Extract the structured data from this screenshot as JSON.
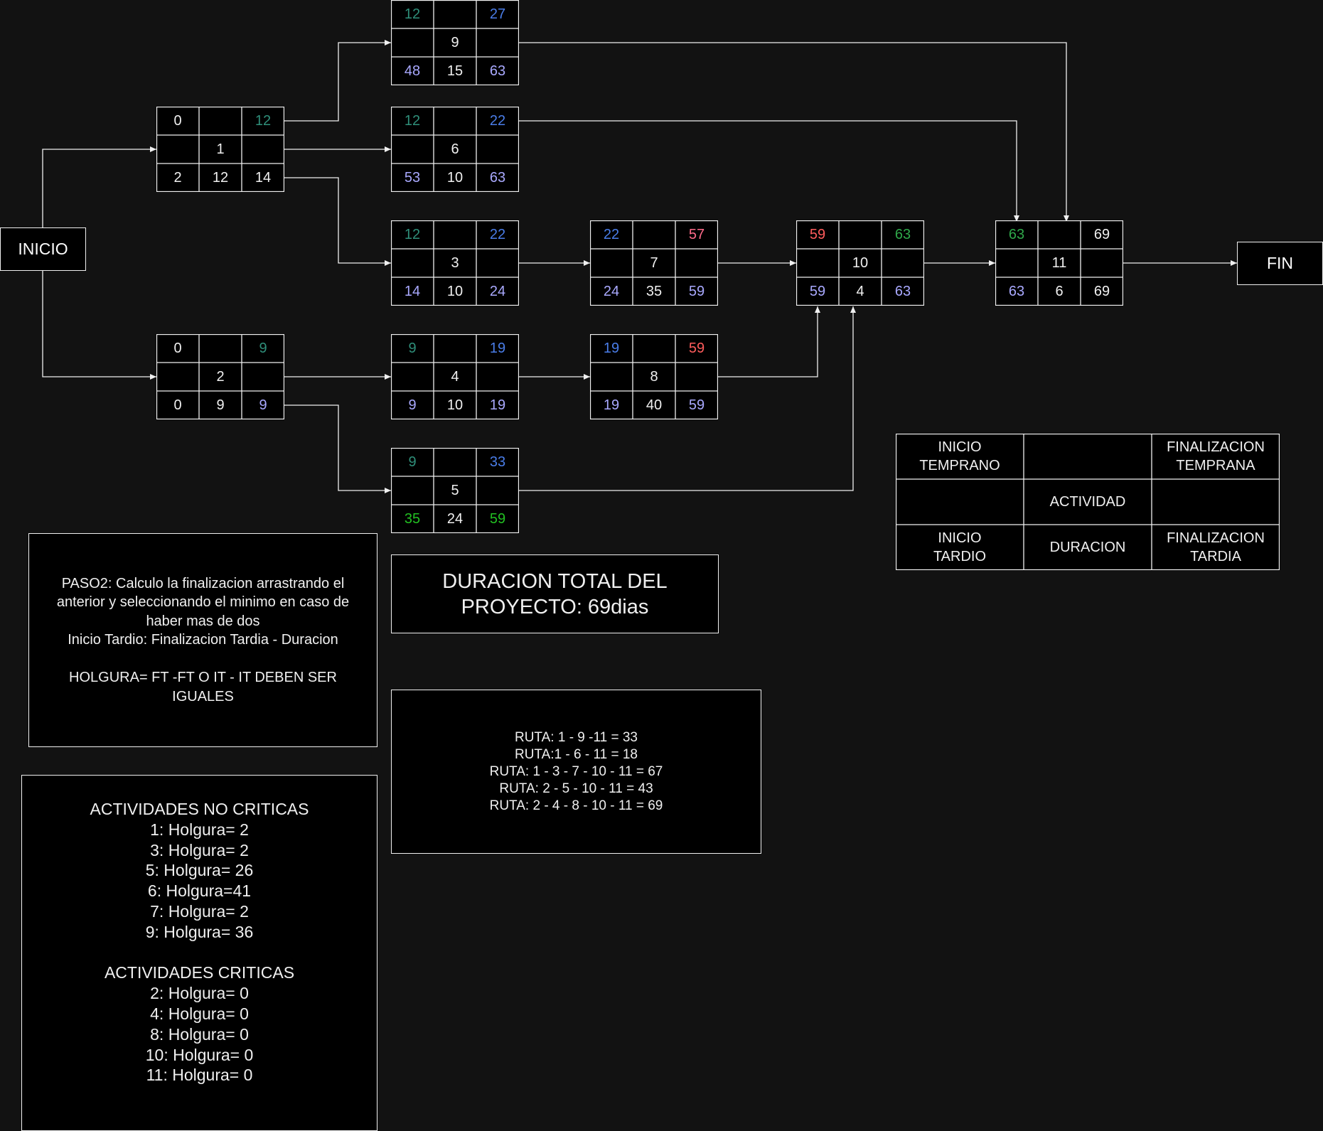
{
  "start_label": "INICIO",
  "end_label": "FIN",
  "colors": {
    "teal": "#2f8f7a",
    "blue": "#4a7de8",
    "lavender": "#a9a9ff",
    "red": "#ff5c5c",
    "pink": "#ff6b8a",
    "green": "#2fa84a",
    "bright_green": "#22c022",
    "white": "#f0f0f0"
  },
  "nodes": [
    {
      "id": "n1",
      "tl": "0",
      "tr": "12",
      "mid": "1",
      "bl": "2",
      "bm": "12",
      "br": "14",
      "c_tl": "white",
      "c_tr": "teal",
      "c_bl": "white",
      "c_br": "white"
    },
    {
      "id": "n2",
      "tl": "0",
      "tr": "9",
      "mid": "2",
      "bl": "0",
      "bm": "9",
      "br": "9",
      "c_tl": "white",
      "c_tr": "teal",
      "c_bl": "white",
      "c_br": "lavender"
    },
    {
      "id": "n9",
      "tl": "12",
      "tr": "27",
      "mid": "9",
      "bl": "48",
      "bm": "15",
      "br": "63",
      "c_tl": "teal",
      "c_tr": "blue",
      "c_bl": "lavender",
      "c_br": "lavender"
    },
    {
      "id": "n6",
      "tl": "12",
      "tr": "22",
      "mid": "6",
      "bl": "53",
      "bm": "10",
      "br": "63",
      "c_tl": "teal",
      "c_tr": "blue",
      "c_bl": "lavender",
      "c_br": "lavender"
    },
    {
      "id": "n3",
      "tl": "12",
      "tr": "22",
      "mid": "3",
      "bl": "14",
      "bm": "10",
      "br": "24",
      "c_tl": "teal",
      "c_tr": "blue",
      "c_bl": "lavender",
      "c_br": "lavender"
    },
    {
      "id": "n4",
      "tl": "9",
      "tr": "19",
      "mid": "4",
      "bl": "9",
      "bm": "10",
      "br": "19",
      "c_tl": "teal",
      "c_tr": "blue",
      "c_bl": "lavender",
      "c_br": "lavender"
    },
    {
      "id": "n5",
      "tl": "9",
      "tr": "33",
      "mid": "5",
      "bl": "35",
      "bm": "24",
      "br": "59",
      "c_tl": "teal",
      "c_tr": "blue",
      "c_bl": "bright_green",
      "c_br": "bright_green"
    },
    {
      "id": "n7",
      "tl": "22",
      "tr": "57",
      "mid": "7",
      "bl": "24",
      "bm": "35",
      "br": "59",
      "c_tl": "blue",
      "c_tr": "pink",
      "c_bl": "lavender",
      "c_br": "lavender"
    },
    {
      "id": "n8",
      "tl": "19",
      "tr": "59",
      "mid": "8",
      "bl": "19",
      "bm": "40",
      "br": "59",
      "c_tl": "blue",
      "c_tr": "red",
      "c_bl": "lavender",
      "c_br": "lavender"
    },
    {
      "id": "n10",
      "tl": "59",
      "tr": "63",
      "mid": "10",
      "bl": "59",
      "bm": "4",
      "br": "63",
      "c_tl": "red",
      "c_tr": "green",
      "c_bl": "lavender",
      "c_br": "lavender"
    },
    {
      "id": "n11",
      "tl": "63",
      "tr": "69",
      "mid": "11",
      "bl": "63",
      "bm": "6",
      "br": "69",
      "c_tl": "green",
      "c_tr": "white",
      "c_bl": "lavender",
      "c_br": "white"
    }
  ],
  "legend": {
    "tl": "INICIO\nTEMPRANO",
    "tm": "",
    "tr": "FINALIZACION\nTEMPRANA",
    "ml": "",
    "mid": "ACTIVIDAD",
    "mr": "",
    "bl": "INICIO\nTARDIO",
    "bm": "DURACION",
    "br": "FINALIZACION\nTARDIA"
  },
  "paso2": [
    "PASO2: Calculo la finalizacion arrastrando el",
    "anterior y seleccionando el minimo en caso de",
    "haber mas de dos",
    "Inicio Tardio: Finalizacion Tardia - Duracion",
    "",
    "HOLGURA= FT -FT O IT - IT DEBEN SER",
    "IGUALES"
  ],
  "duration_total": [
    "DURACION TOTAL DEL",
    "PROYECTO: 69dias"
  ],
  "rutas": [
    "RUTA: 1 - 9 -11 = 33",
    "RUTA:1 - 6 - 11 = 18",
    "RUTA: 1 - 3 - 7 - 10 - 11 = 67",
    "RUTA: 2 - 5 - 10 - 11 = 43",
    "RUTA: 2 - 4 - 8 - 10 - 11 = 69"
  ],
  "actividades": [
    "ACTIVIDADES NO CRITICAS",
    "1: Holgura= 2",
    "3: Holgura= 2",
    "5: Holgura= 26",
    "6: Holgura=41",
    "7: Holgura= 2",
    "9: Holgura= 36",
    "",
    "ACTIVIDADES CRITICAS",
    "2: Holgura= 0",
    "4: Holgura= 0",
    "8: Holgura= 0",
    "10: Holgura= 0",
    "11: Holgura= 0"
  ]
}
